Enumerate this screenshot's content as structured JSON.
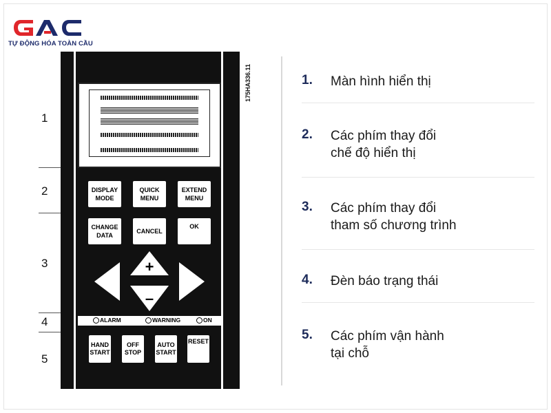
{
  "brand": {
    "logo_text": "GAC",
    "tagline": "TỰ ĐỘNG HÓA TOÀN CẦU",
    "colors": {
      "red": "#e0262b",
      "navy": "#1d2b6b"
    }
  },
  "figure_code": "175HA336.11",
  "section_numbers": [
    "1",
    "2",
    "3",
    "4",
    "5"
  ],
  "keys": {
    "display_mode": "DISPLAY\nMODE",
    "quick_menu": "QUICK\nMENU",
    "extend_menu": "EXTEND\nMENU",
    "change_data": "CHANGE\nDATA",
    "cancel": "CANCEL",
    "ok": "OK",
    "plus": "+",
    "minus": "–",
    "hand_start": "HAND\nSTART",
    "off_stop": "OFF\nSTOP",
    "auto_start": "AUTO\nSTART",
    "reset": "RESET"
  },
  "leds": {
    "alarm": "ALARM",
    "warning": "WARNING",
    "on": "ON"
  },
  "legend": [
    {
      "num": "1.",
      "text": "Màn hình hiển thị"
    },
    {
      "num": "2.",
      "text": "Các phím thay đổi\nchế độ hiển thị"
    },
    {
      "num": "3.",
      "text": "Các phím thay đổi\ntham số chương trình"
    },
    {
      "num": "4.",
      "text": "Đèn báo trạng thái"
    },
    {
      "num": "5.",
      "text": "Các phím vận hành\ntại chỗ"
    }
  ]
}
